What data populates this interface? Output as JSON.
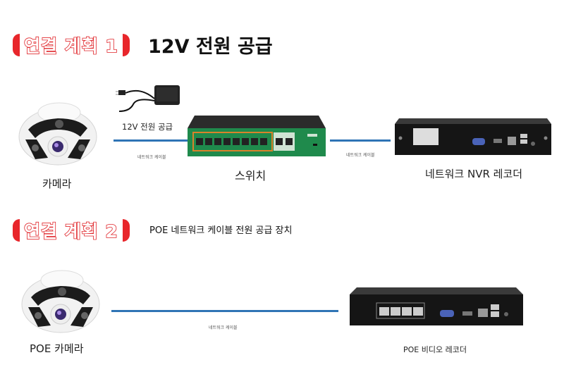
{
  "plan1": {
    "badge": "연결 계획 1",
    "title": "12V 전원 공급",
    "power_supply_label": "12V 전원 공급",
    "camera_label": "카메라",
    "switch_label": "스위치",
    "nvr_label": "네트워크 NVR 레코더",
    "cable_label_left": "네트워크 케이블",
    "cable_label_right": "네트워크 케이블"
  },
  "plan2": {
    "badge": "연결 계획 2",
    "title": "POE 네트워크 케이블 전원 공급 장치",
    "camera_label": "POE 카메라",
    "recorder_label": "POE 비디오 레코더",
    "cable_label": "네트워크 케이블"
  },
  "colors": {
    "badge_red": "#e8262b",
    "cable_blue": "#2f74b5",
    "switch_green": "#1f8a4c",
    "switch_orange": "#d9822b"
  }
}
